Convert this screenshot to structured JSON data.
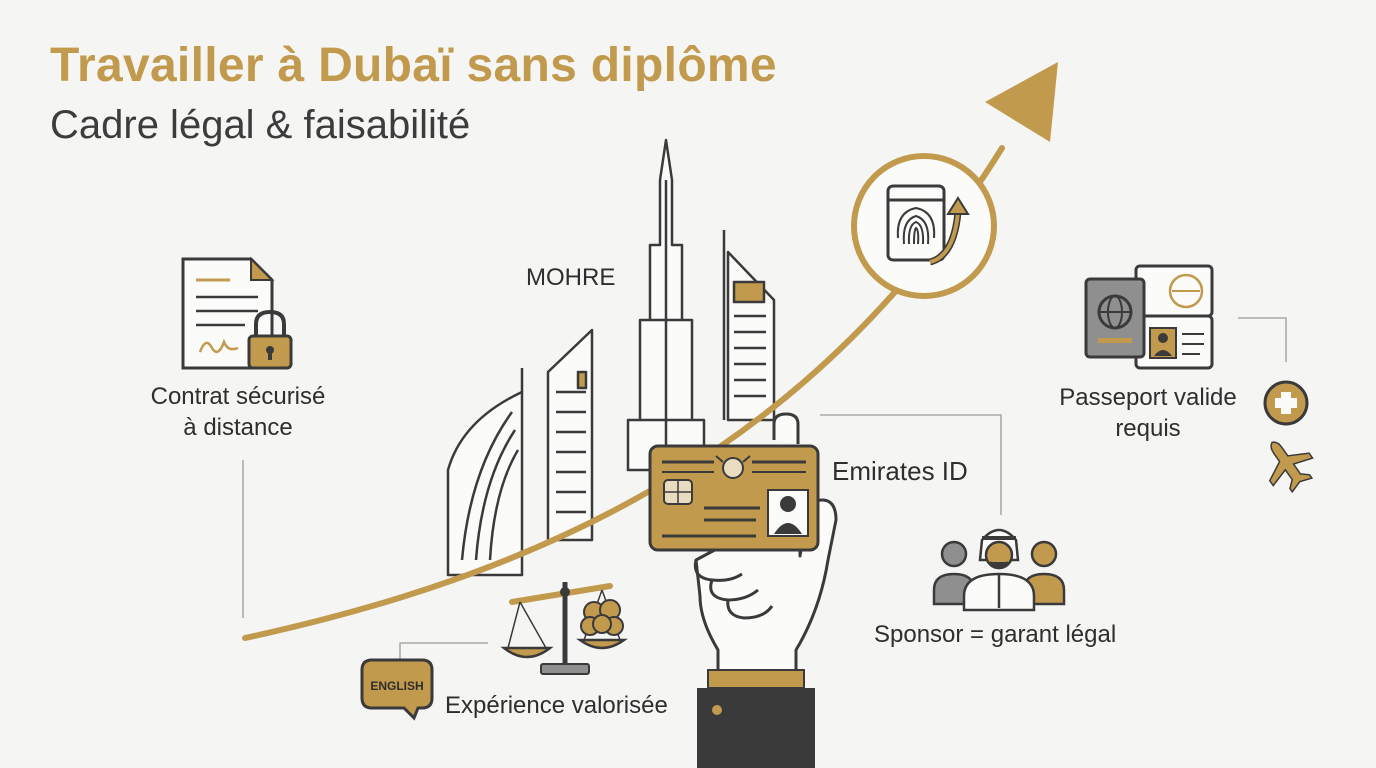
{
  "title": "Travailler à Dubaï sans diplôme",
  "subtitle": "Cadre légal & faisabilité",
  "labels": {
    "mohre": "MOHRE",
    "contract_line1": "Contrat sécurisé",
    "contract_line2": "à distance",
    "passport_line1": "Passeport valide",
    "passport_line2": "requis",
    "emirates_id": "Emirates ID",
    "sponsor": "Sponsor = garant légal",
    "experience": "Expérience valorisée",
    "english_badge": "ENGLISH"
  },
  "colors": {
    "gold": "#c19a4e",
    "dark_outline": "#3a3a3a",
    "grey_fill": "#8f8f8f",
    "background": "#f5f5f3"
  },
  "icons": [
    "growth-arrow-icon",
    "fingerprint-upload-icon",
    "contract-lock-icon",
    "skyline-icon",
    "emirates-id-card-icon",
    "hand-icon",
    "passport-visa-icon",
    "medical-cross-icon",
    "airplane-icon",
    "people-sponsor-icon",
    "scales-brain-icon",
    "english-speech-bubble-icon"
  ]
}
